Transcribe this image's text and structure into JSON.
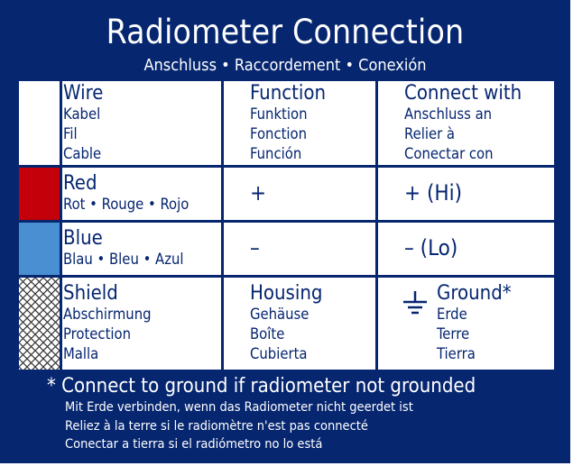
{
  "title": "Radiometer Connection",
  "subtitle": "Anschluss • Raccordement • Conexión",
  "colors": {
    "navy": "#062670",
    "red": "#c4000b",
    "blue": "#4a8fd1",
    "white": "#ffffff"
  },
  "headers": {
    "wire": {
      "label": "Wire",
      "translations": [
        "Kabel",
        "Fil",
        "Cable"
      ]
    },
    "function": {
      "label": "Function",
      "translations": [
        "Funktion",
        "Fonction",
        "Función"
      ]
    },
    "connect": {
      "label": "Connect with",
      "translations": [
        "Anschluss an",
        "Relier à",
        "Conectar con"
      ]
    }
  },
  "rows": [
    {
      "wire": "Red",
      "wire_translations": "Rot • Rouge • Rojo",
      "function": "+",
      "connect": "+ (Hi)"
    },
    {
      "wire": "Blue",
      "wire_translations": "Blau • Bleu • Azul",
      "function": "–",
      "connect": "– (Lo)"
    },
    {
      "wire": "Shield",
      "wire_translations": [
        "Abschirmung",
        "Protection",
        "Malla"
      ],
      "function": "Housing",
      "function_translations": [
        "Gehäuse",
        "Boîte",
        "Cubierta"
      ],
      "connect": "Ground*",
      "connect_translations": [
        "Erde",
        "Terre",
        "Tierra"
      ],
      "connect_icon": "ground-symbol-icon",
      "swatch_icon": "crosshatch-shield-icon"
    }
  ],
  "footnote": {
    "main": "* Connect to ground if radiometer not grounded",
    "translations": [
      "Mit Erde verbinden, wenn das Radiometer nicht geerdet ist",
      "Reliez à la terre si le radiomètre n'est pas connecté",
      "Conectar a tierra si el radiómetro no lo está"
    ]
  }
}
